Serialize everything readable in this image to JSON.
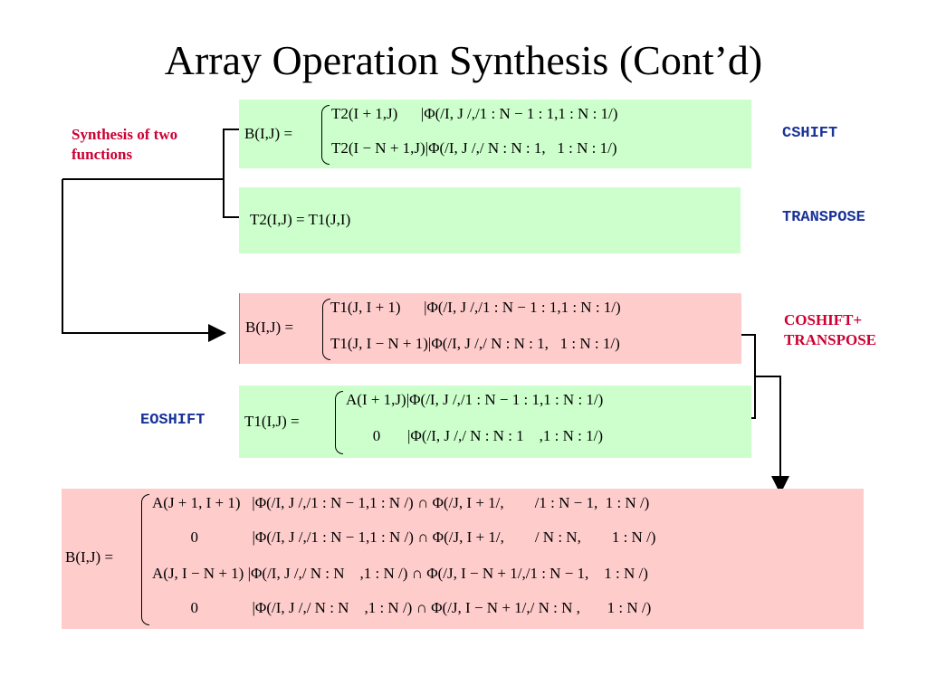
{
  "title": "Array Operation Synthesis (Cont’d)",
  "annotations": {
    "synthesis_note": "Synthesis of two functions",
    "cshift": "CSHIFT",
    "transpose": "TRANSPOSE",
    "coshift_transpose": "COSHIFT+ TRANSPOSE",
    "eoshift": "EOSHIFT"
  },
  "equations": {
    "cshift": {
      "lhs": "B(I,J) =",
      "rows": [
        "T2(I + 1,J)      |Φ(/I, J /,/1 : N − 1 : 1,1 : N : 1/)",
        "T2(I − N + 1,J)|Φ(/I, J /,/ N : N : 1,   1 : N : 1/)"
      ]
    },
    "transpose": {
      "text": "T2(I,J) = T1(J,I)"
    },
    "coshift_transpose": {
      "lhs": "B(I,J) =",
      "rows": [
        "T1(J, I + 1)      |Φ(/I, J /,/1 : N − 1 : 1,1 : N : 1/)",
        "T1(J, I − N + 1)|Φ(/I, J /,/ N : N : 1,   1 : N : 1/)"
      ]
    },
    "eoshift": {
      "lhs": "T1(I,J) =",
      "rows": [
        "A(I + 1,J)|Φ(/I, J /,/1 : N − 1 : 1,1 : N : 1/)",
        "       0       |Φ(/I, J /,/ N : N : 1    ,1 : N : 1/)"
      ]
    },
    "final": {
      "lhs": "B(I,J) =",
      "rows": [
        "A(J + 1, I + 1)   |Φ(/I, J /,/1 : N − 1,1 : N /) ∩ Φ(/J, I + 1/,        /1 : N − 1,  1 : N /)",
        "          0              |Φ(/I, J /,/1 : N − 1,1 : N /) ∩ Φ(/J, I + 1/,        / N : N,        1 : N /)",
        "A(J, I − N + 1) |Φ(/I, J /,/ N : N    ,1 : N /) ∩ Φ(/J, I − N + 1/,/1 : N − 1,    1 : N /)",
        "          0              |Φ(/I, J /,/ N : N    ,1 : N /) ∩ Φ(/J, I − N + 1/,/ N : N ,       1 : N /)"
      ]
    }
  },
  "colors": {
    "green_box": "#ccffcc",
    "pink_box": "#ffcccc",
    "label_blue": "#1a3399",
    "label_red": "#cc0033"
  }
}
